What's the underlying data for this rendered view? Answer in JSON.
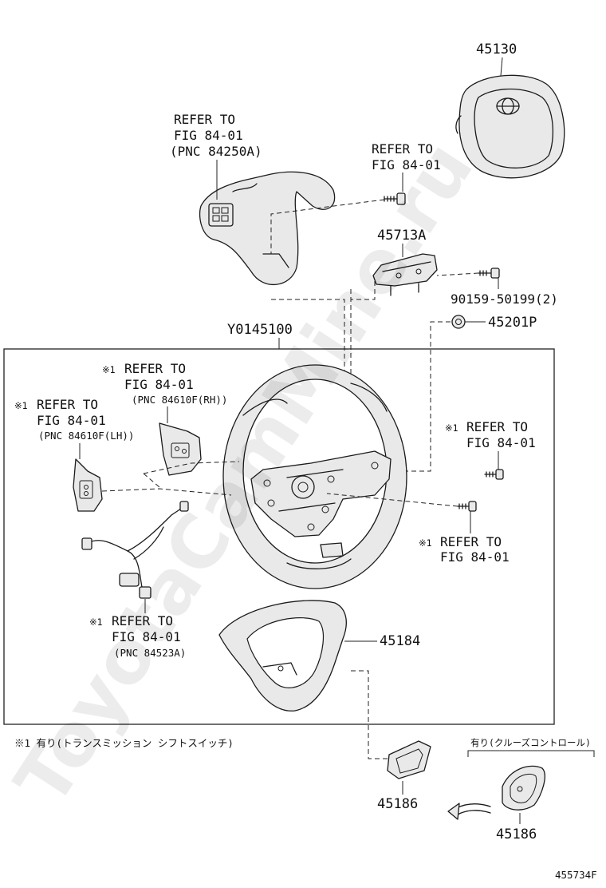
{
  "parts": {
    "airbag": "45130",
    "bracket": "45713A",
    "screw": "90159-50199(2)",
    "nut": "45201P",
    "assembly": "Y0145100",
    "lower_cover": "45184",
    "cover_left": "45186",
    "cover_right": "45186"
  },
  "refs": {
    "switch_top": [
      "REFER TO",
      "FIG 84-01",
      "(PNC 84250A)"
    ],
    "bolt_top": [
      "REFER TO",
      "FIG 84-01"
    ],
    "paddle_rh": [
      "※1",
      "REFER TO",
      "FIG 84-01",
      "(PNC 84610F(RH))"
    ],
    "paddle_lh": [
      "※1",
      "REFER TO",
      "FIG 84-01",
      "(PNC 84610F(LH))"
    ],
    "bolt_right1": [
      "※1",
      "REFER TO",
      "FIG 84-01"
    ],
    "bolt_right2": [
      "※1",
      "REFER TO",
      "FIG 84-01"
    ],
    "harness": [
      "※1",
      "REFER TO",
      "FIG 84-01",
      "(PNC 84523A)"
    ]
  },
  "notes": {
    "footnote": "※1 有り(トランスミッション シフトスイッチ)",
    "cruise": "有り(クルーズコントロール)"
  },
  "figure_id": "455734F",
  "watermark": "ToyotaCamMine.ru"
}
